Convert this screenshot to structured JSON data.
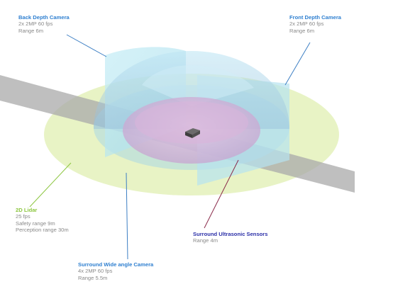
{
  "labels": {
    "back_camera": {
      "title": "Back Depth Camera",
      "lines": [
        "2x 2MP 60 fps",
        "Range 6m"
      ]
    },
    "front_camera": {
      "title": "Front Depth Camera",
      "lines": [
        "2x 2MP 60 fps",
        "Range 6m"
      ]
    },
    "lidar": {
      "title": "2D Lidar",
      "lines": [
        "25 fps",
        "Safety range 9m",
        "Perception range 30m"
      ]
    },
    "wide_camera": {
      "title": "Surround Wide angle Camera",
      "lines": [
        "4x 2MP 60 fps",
        "Range 5.5m"
      ]
    },
    "ultrasonic": {
      "title": "Surround Ultrasonic Sensors",
      "lines": [
        "Range 4m"
      ]
    }
  },
  "colors": {
    "camera_label": "#2e7fd0",
    "lidar_label": "#8cc63f",
    "ultrasonic_label": "#2b2fa8",
    "lidar_zone": "#e6f2bf",
    "camera_zone": "#a9dff0",
    "ultrasonic_zone": "#d7b8da",
    "road": "#a9a9a9"
  }
}
